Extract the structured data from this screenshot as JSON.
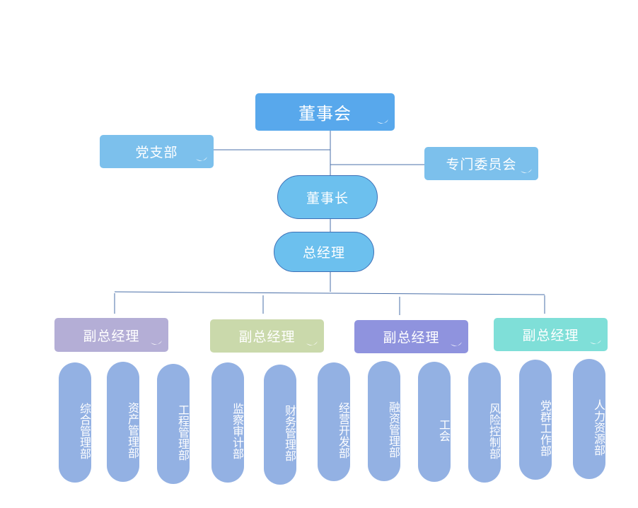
{
  "board": {
    "label": "董事会",
    "color": "#58a8ec"
  },
  "party_branch": {
    "label": "党支部",
    "color": "#7cc0ec"
  },
  "special_committee": {
    "label": "专门委员会",
    "color": "#7cc0ec"
  },
  "chairman": {
    "label": "董事长",
    "color": "#6cc0ee"
  },
  "general_manager": {
    "label": "总经理",
    "color": "#6cc0ee"
  },
  "line_color": "#4a6fa8",
  "deputies": [
    {
      "label": "副总经理",
      "color": "#b4aed6"
    },
    {
      "label": "副总经理",
      "color": "#cad9ab"
    },
    {
      "label": "副总经理",
      "color": "#8f93de"
    },
    {
      "label": "副总经理",
      "color": "#7fdfd8"
    }
  ],
  "departments": [
    "综合管理部",
    "资产管理部",
    "工程管理部",
    "监察审计部",
    "财务管理部",
    "经营开发部",
    "融资管理部",
    "工会",
    "风险控制部",
    "党群工作部",
    "人力资源部"
  ]
}
